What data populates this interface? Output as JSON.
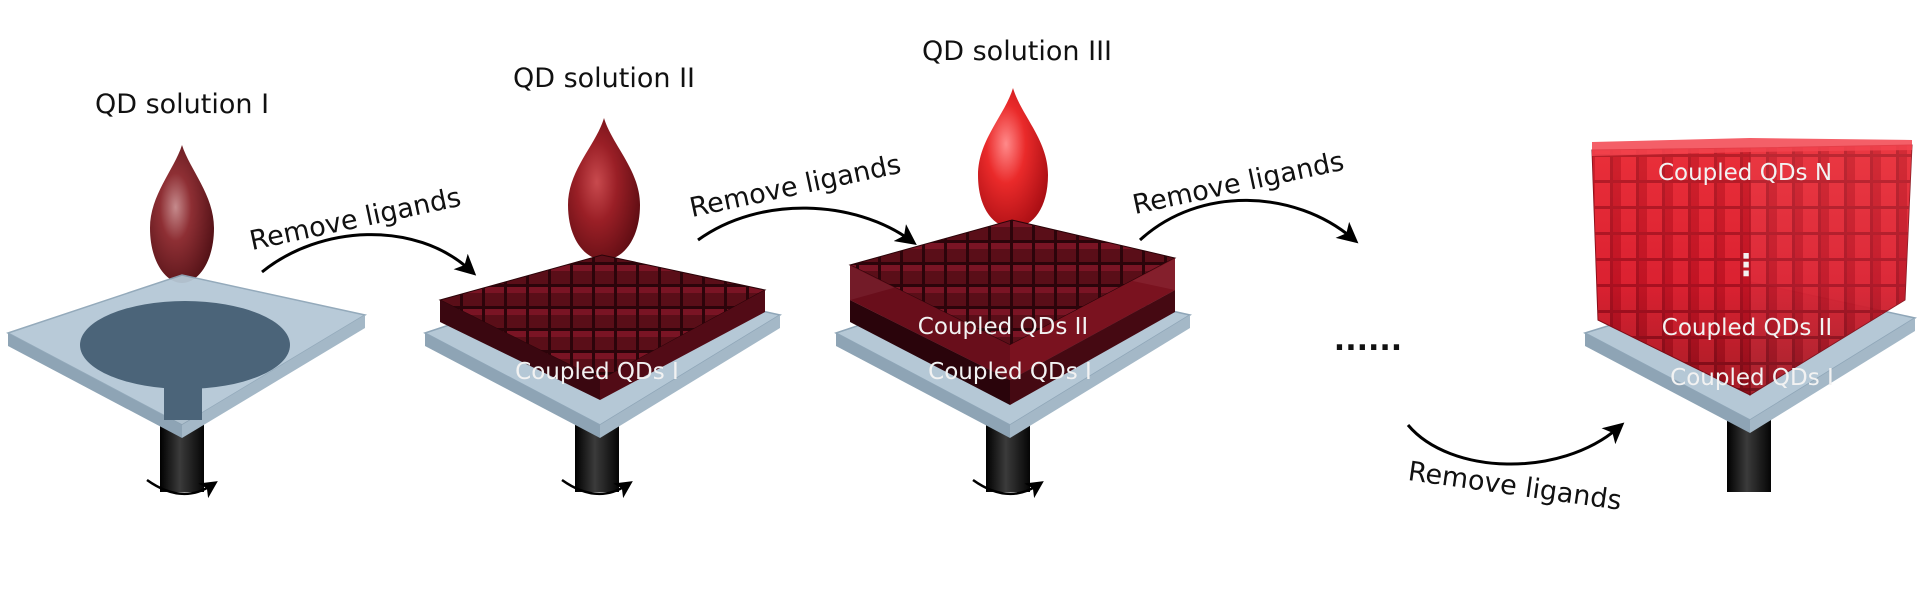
{
  "step1": {
    "solution_label": "QD solution I"
  },
  "step2": {
    "solution_label": "QD solution II",
    "layer_label_1": "Coupled QDs I"
  },
  "step3": {
    "solution_label": "QD solution III",
    "layer_label_2": "Coupled QDs II",
    "layer_label_1": "Coupled QDs I"
  },
  "final": {
    "layer_label_n": "Coupled QDs N",
    "vertical_ellipsis": "⋮",
    "layer_label_2": "Coupled QDs II",
    "layer_label_1": "Coupled QDs I"
  },
  "arrows": {
    "arrow1_label": "Remove ligands",
    "arrow2_label": "Remove ligands",
    "arrow3_label": "Remove ligands",
    "arrow4_label": "Remove ligands"
  },
  "continuation_dots": "......",
  "colors": {
    "drop_dark": "#7a1e23",
    "drop_mid": "#8e2328",
    "drop_bright": "#e01a1a",
    "substrate": "#b5c8d6",
    "disc": "#4b6479",
    "shaft": "#111111",
    "cube_dark": "#4a0b14",
    "cube_red": "#d4192a"
  }
}
